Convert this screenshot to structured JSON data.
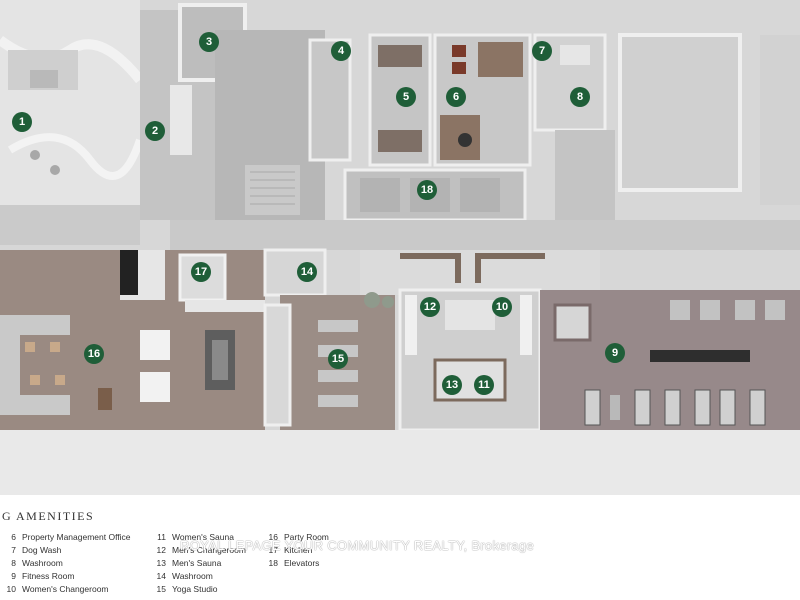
{
  "markers": [
    {
      "num": "1",
      "name": "marker-1"
    },
    {
      "num": "2",
      "name": "marker-2"
    },
    {
      "num": "3",
      "name": "marker-3"
    },
    {
      "num": "4",
      "name": "marker-4"
    },
    {
      "num": "5",
      "name": "marker-5"
    },
    {
      "num": "6",
      "name": "marker-6"
    },
    {
      "num": "7",
      "name": "marker-7"
    },
    {
      "num": "8",
      "name": "marker-8"
    },
    {
      "num": "9",
      "name": "marker-9"
    },
    {
      "num": "10",
      "name": "marker-10"
    },
    {
      "num": "11",
      "name": "marker-11"
    },
    {
      "num": "12",
      "name": "marker-12"
    },
    {
      "num": "13",
      "name": "marker-13"
    },
    {
      "num": "14",
      "name": "marker-14"
    },
    {
      "num": "15",
      "name": "marker-15"
    },
    {
      "num": "16",
      "name": "marker-16"
    },
    {
      "num": "17",
      "name": "marker-17"
    },
    {
      "num": "18",
      "name": "marker-18"
    }
  ],
  "legend": {
    "title": "G AMENITIES",
    "items": [
      {
        "num": "6",
        "label": "Property Management Office"
      },
      {
        "num": "7",
        "label": "Dog Wash"
      },
      {
        "num": "8",
        "label": "Washroom"
      },
      {
        "num": "9",
        "label": "Fitness Room"
      },
      {
        "num": "10",
        "label": "Women's Changeroom"
      },
      {
        "num": "11",
        "label": "Women's Sauna"
      },
      {
        "num": "12",
        "label": "Men's Changeroom"
      },
      {
        "num": "13",
        "label": "Men's Sauna"
      },
      {
        "num": "14",
        "label": "Washroom"
      },
      {
        "num": "15",
        "label": "Yoga Studio"
      },
      {
        "num": "16",
        "label": "Party Room"
      },
      {
        "num": "17",
        "label": "Kitchen"
      },
      {
        "num": "18",
        "label": "Elevators"
      }
    ]
  },
  "watermark": "ROYAL LEPAGE YOUR COMMUNITY REALTY, Brokerage",
  "colors": {
    "marker": "#1f5e38",
    "wall": "#e9e9e9",
    "floor_tile": "#d9d9d9",
    "wood_floor": "#9a8a82",
    "fitness_floor": "#97898a"
  }
}
